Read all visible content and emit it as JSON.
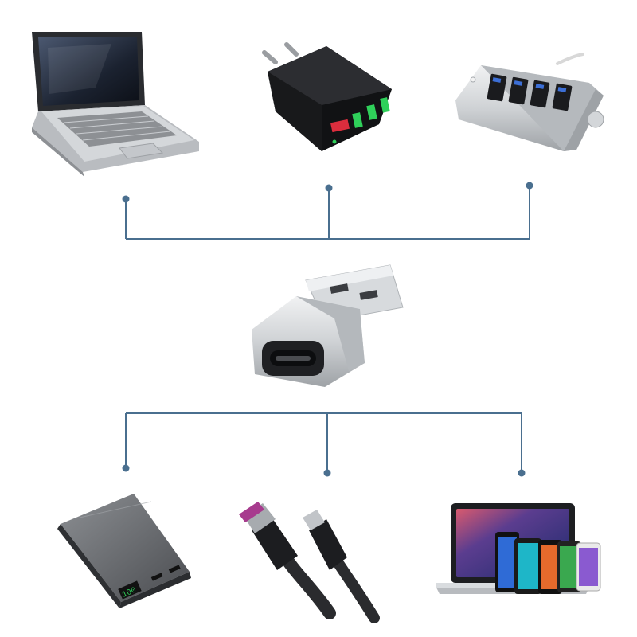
{
  "colors": {
    "connector": "#4a6f8f",
    "background": "#ffffff",
    "silver": "#c9cccf",
    "dark": "#1c1d20",
    "led_green": "#2fd05a",
    "usb_c_magenta": "#a73b8e"
  },
  "top_devices": [
    {
      "id": "laptop",
      "icon": "netbook-laptop-icon"
    },
    {
      "id": "charger",
      "icon": "wall-charger-icon"
    },
    {
      "id": "usb-hub",
      "icon": "usb-hub-icon"
    }
  ],
  "center_device": {
    "id": "adapter",
    "icon": "usb-a-to-usb-c-adapter-icon"
  },
  "bottom_devices": [
    {
      "id": "power-bank",
      "icon": "power-bank-icon",
      "display": "100"
    },
    {
      "id": "cables",
      "icon": "usb-cables-icon"
    },
    {
      "id": "screens",
      "icon": "laptop-phones-icon"
    }
  ]
}
